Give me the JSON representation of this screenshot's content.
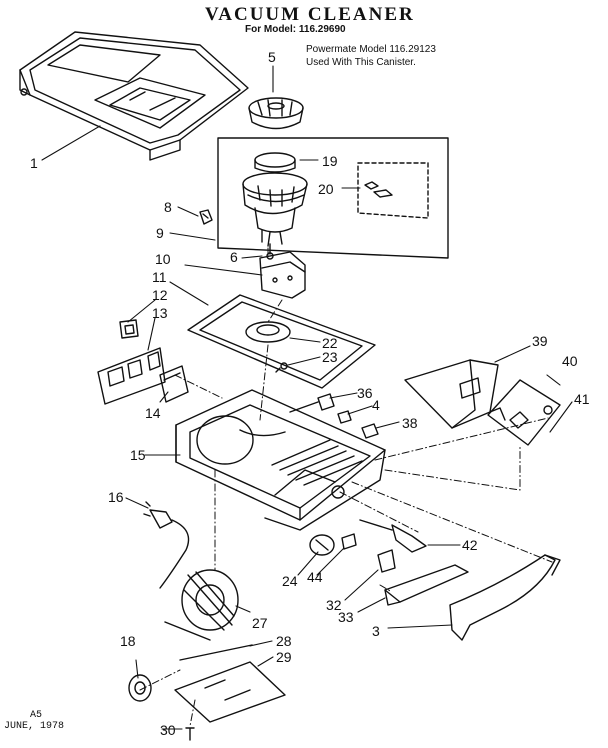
{
  "header": {
    "title": "VACUUM CLEANER",
    "model_line": "For Model: 116.29690",
    "note_line1": "Powermate Model 116.29123",
    "note_line2": "Used With This Canister."
  },
  "footer": {
    "code": "A5",
    "date": "JUNE, 1978"
  },
  "callouts": [
    "1",
    "3",
    "4",
    "5",
    "6",
    "8",
    "9",
    "10",
    "11",
    "12",
    "13",
    "14",
    "15",
    "16",
    "18",
    "19",
    "20",
    "22",
    "23",
    "24",
    "27",
    "28",
    "29",
    "30",
    "32",
    "33",
    "36",
    "38",
    "39",
    "40",
    "41",
    "42",
    "44"
  ]
}
